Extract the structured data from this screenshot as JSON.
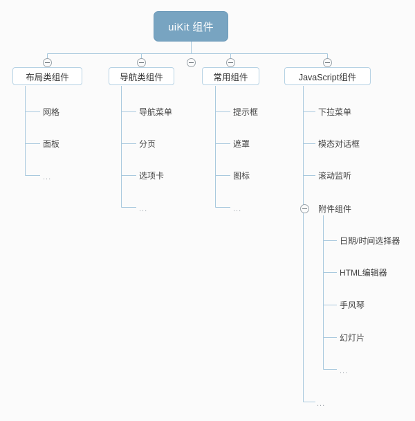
{
  "diagram": {
    "type": "tree-mindmap",
    "background_color": "#fbfbfb",
    "line_color": "#a9c9de",
    "root_fill": "#78a4c1",
    "root_text_color": "#ffffff",
    "branch_border_color": "#b6d2e4",
    "ellipsis_text": "...",
    "root": {
      "label": "uiKit 组件",
      "toggle": "collapse-toggle"
    },
    "branches": [
      {
        "label": "布局类组件",
        "toggle": "collapse-toggle",
        "children": [
          {
            "label": "网格"
          },
          {
            "label": "面板"
          },
          {
            "label": "..."
          }
        ]
      },
      {
        "label": "导航类组件",
        "toggle": "collapse-toggle",
        "children": [
          {
            "label": "导航菜单"
          },
          {
            "label": "分页"
          },
          {
            "label": "选项卡"
          },
          {
            "label": "..."
          }
        ]
      },
      {
        "label": "常用组件",
        "toggle": "collapse-toggle",
        "children": [
          {
            "label": "提示框"
          },
          {
            "label": "遮罩"
          },
          {
            "label": "图标"
          },
          {
            "label": "..."
          }
        ]
      },
      {
        "label": "JavaScript组件",
        "toggle": "collapse-toggle",
        "children": [
          {
            "label": "下拉菜单"
          },
          {
            "label": "模态对话框"
          },
          {
            "label": "滚动监听"
          },
          {
            "label": "附件组件",
            "toggle": "collapse-toggle",
            "children": [
              {
                "label": "日期/时间选择器"
              },
              {
                "label": "HTML编辑器"
              },
              {
                "label": "手风琴"
              },
              {
                "label": "幻灯片"
              },
              {
                "label": "..."
              }
            ]
          },
          {
            "label": "..."
          }
        ]
      }
    ]
  }
}
